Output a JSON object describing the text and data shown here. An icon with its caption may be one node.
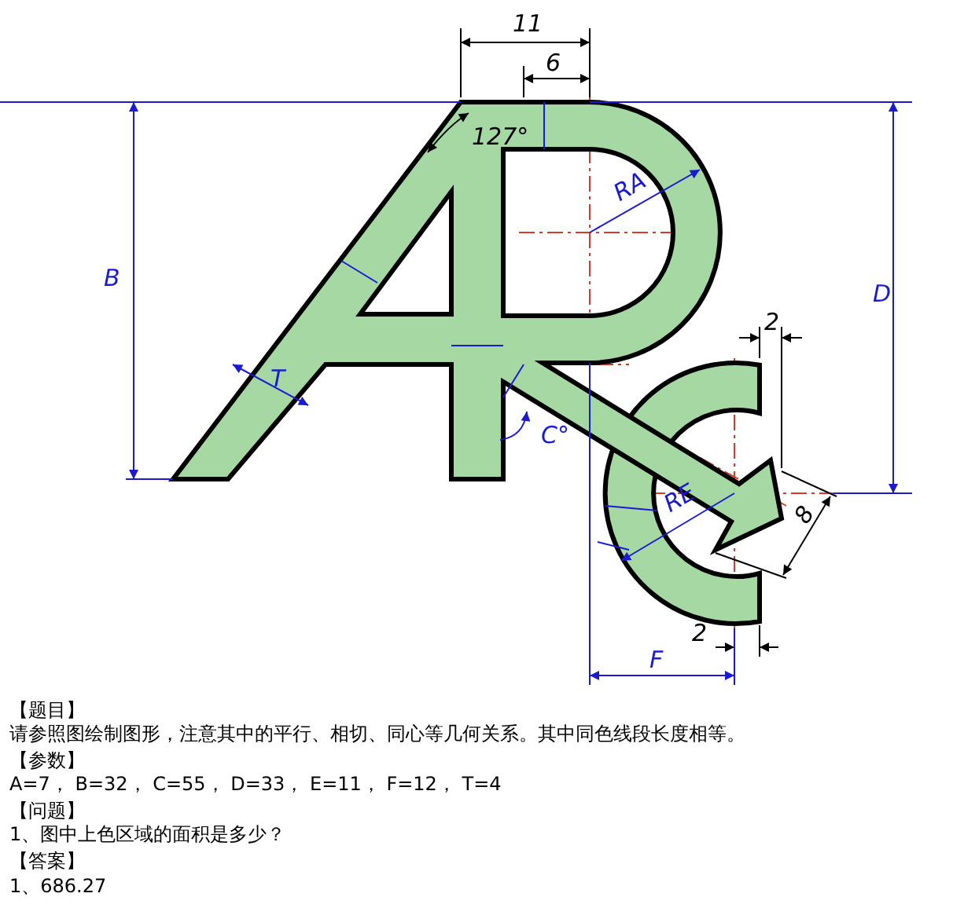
{
  "diagram": {
    "labels": [
      "11",
      "6",
      "127°",
      "RA",
      "B",
      "D",
      "2",
      "T",
      "C°",
      "RE",
      "8",
      "2",
      "F",
      "【题目】",
      "请参照图绘制图形，注意其中的平行、相切、同心等几何关系。其中同色线段长度相等。",
      "【参数】",
      "A=7， B=32， C=55， D=33， E=11， F=12， T=4",
      "【问题】",
      "1、图中上色区域的面积是多少？",
      "【答案】",
      "1、686.27"
    ]
  }
}
